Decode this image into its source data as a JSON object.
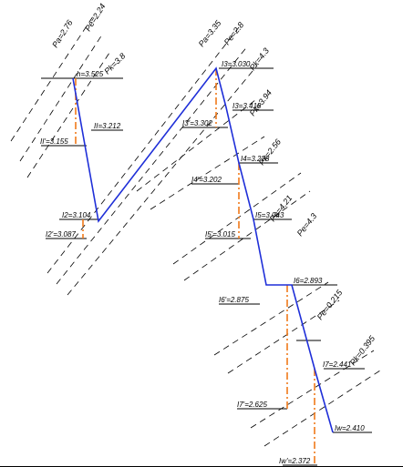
{
  "rotated_labels": [
    "Pa=2.76",
    "Pe=2.24",
    "Pk=3.8",
    "Pa=3.35",
    "Pe=2.8",
    "Pk=4.3",
    "Pk=3.94",
    "Pk=2.56",
    "Pa=4.21",
    "Pe=4.3",
    "Pe=0.215",
    "Pk=0.395"
  ],
  "state_labels": [
    "h=3.525",
    "II=3.212",
    "II'=3.155",
    "I2=3.104",
    "I2'=3.087",
    "I3=3.030",
    "I3'=3.302",
    "I3=3.418",
    "I4=3.228",
    "I4'=3.202",
    "I5=3.043",
    "I5'=3.015",
    "I6=2.893",
    "I6'=2.875",
    "I7=2.441",
    "I7'=2.625",
    "Iw=2.410",
    "Iw'=2.372"
  ]
}
